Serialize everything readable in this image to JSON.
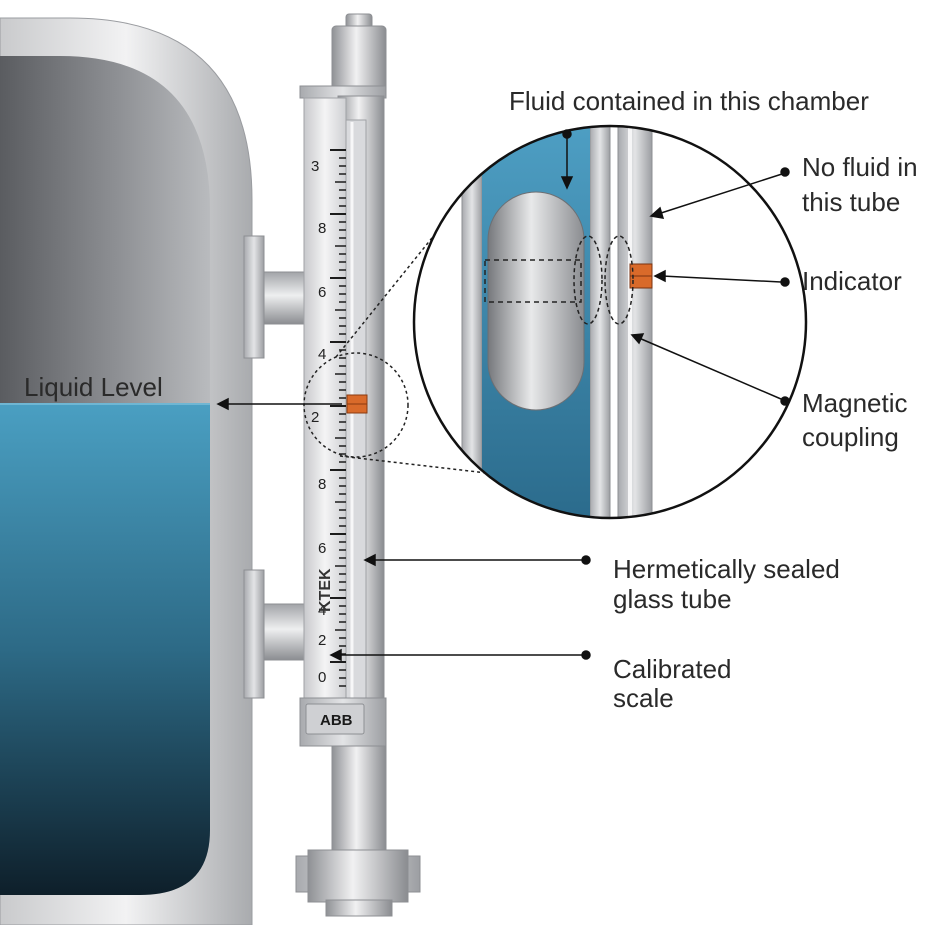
{
  "labels": {
    "liquid_level": "Liquid Level",
    "fluid_chamber": "Fluid contained in this chamber",
    "no_fluid_line1": "No fluid in",
    "no_fluid_line2": "this tube",
    "indicator": "Indicator",
    "magnetic_line1": "Magnetic",
    "magnetic_line2": "coupling",
    "sealed_line1": "Hermetically sealed",
    "sealed_line2": "glass tube",
    "calibrated_line1": "Calibrated",
    "calibrated_line2": "scale"
  },
  "scale": {
    "major_top": "3",
    "major_mid": "2",
    "minor": [
      "8",
      "6",
      "4",
      "8",
      "6",
      "4",
      "2",
      "0"
    ]
  },
  "branding": {
    "maker": "ABB",
    "brand": "KTEK"
  },
  "colors": {
    "liquid_top": "#4a9fc2",
    "liquid_bottom": "#0e1f2a",
    "indicator": "#d96a2a",
    "steel_light": "#e6e7e9",
    "steel_dark": "#8b8d91"
  }
}
